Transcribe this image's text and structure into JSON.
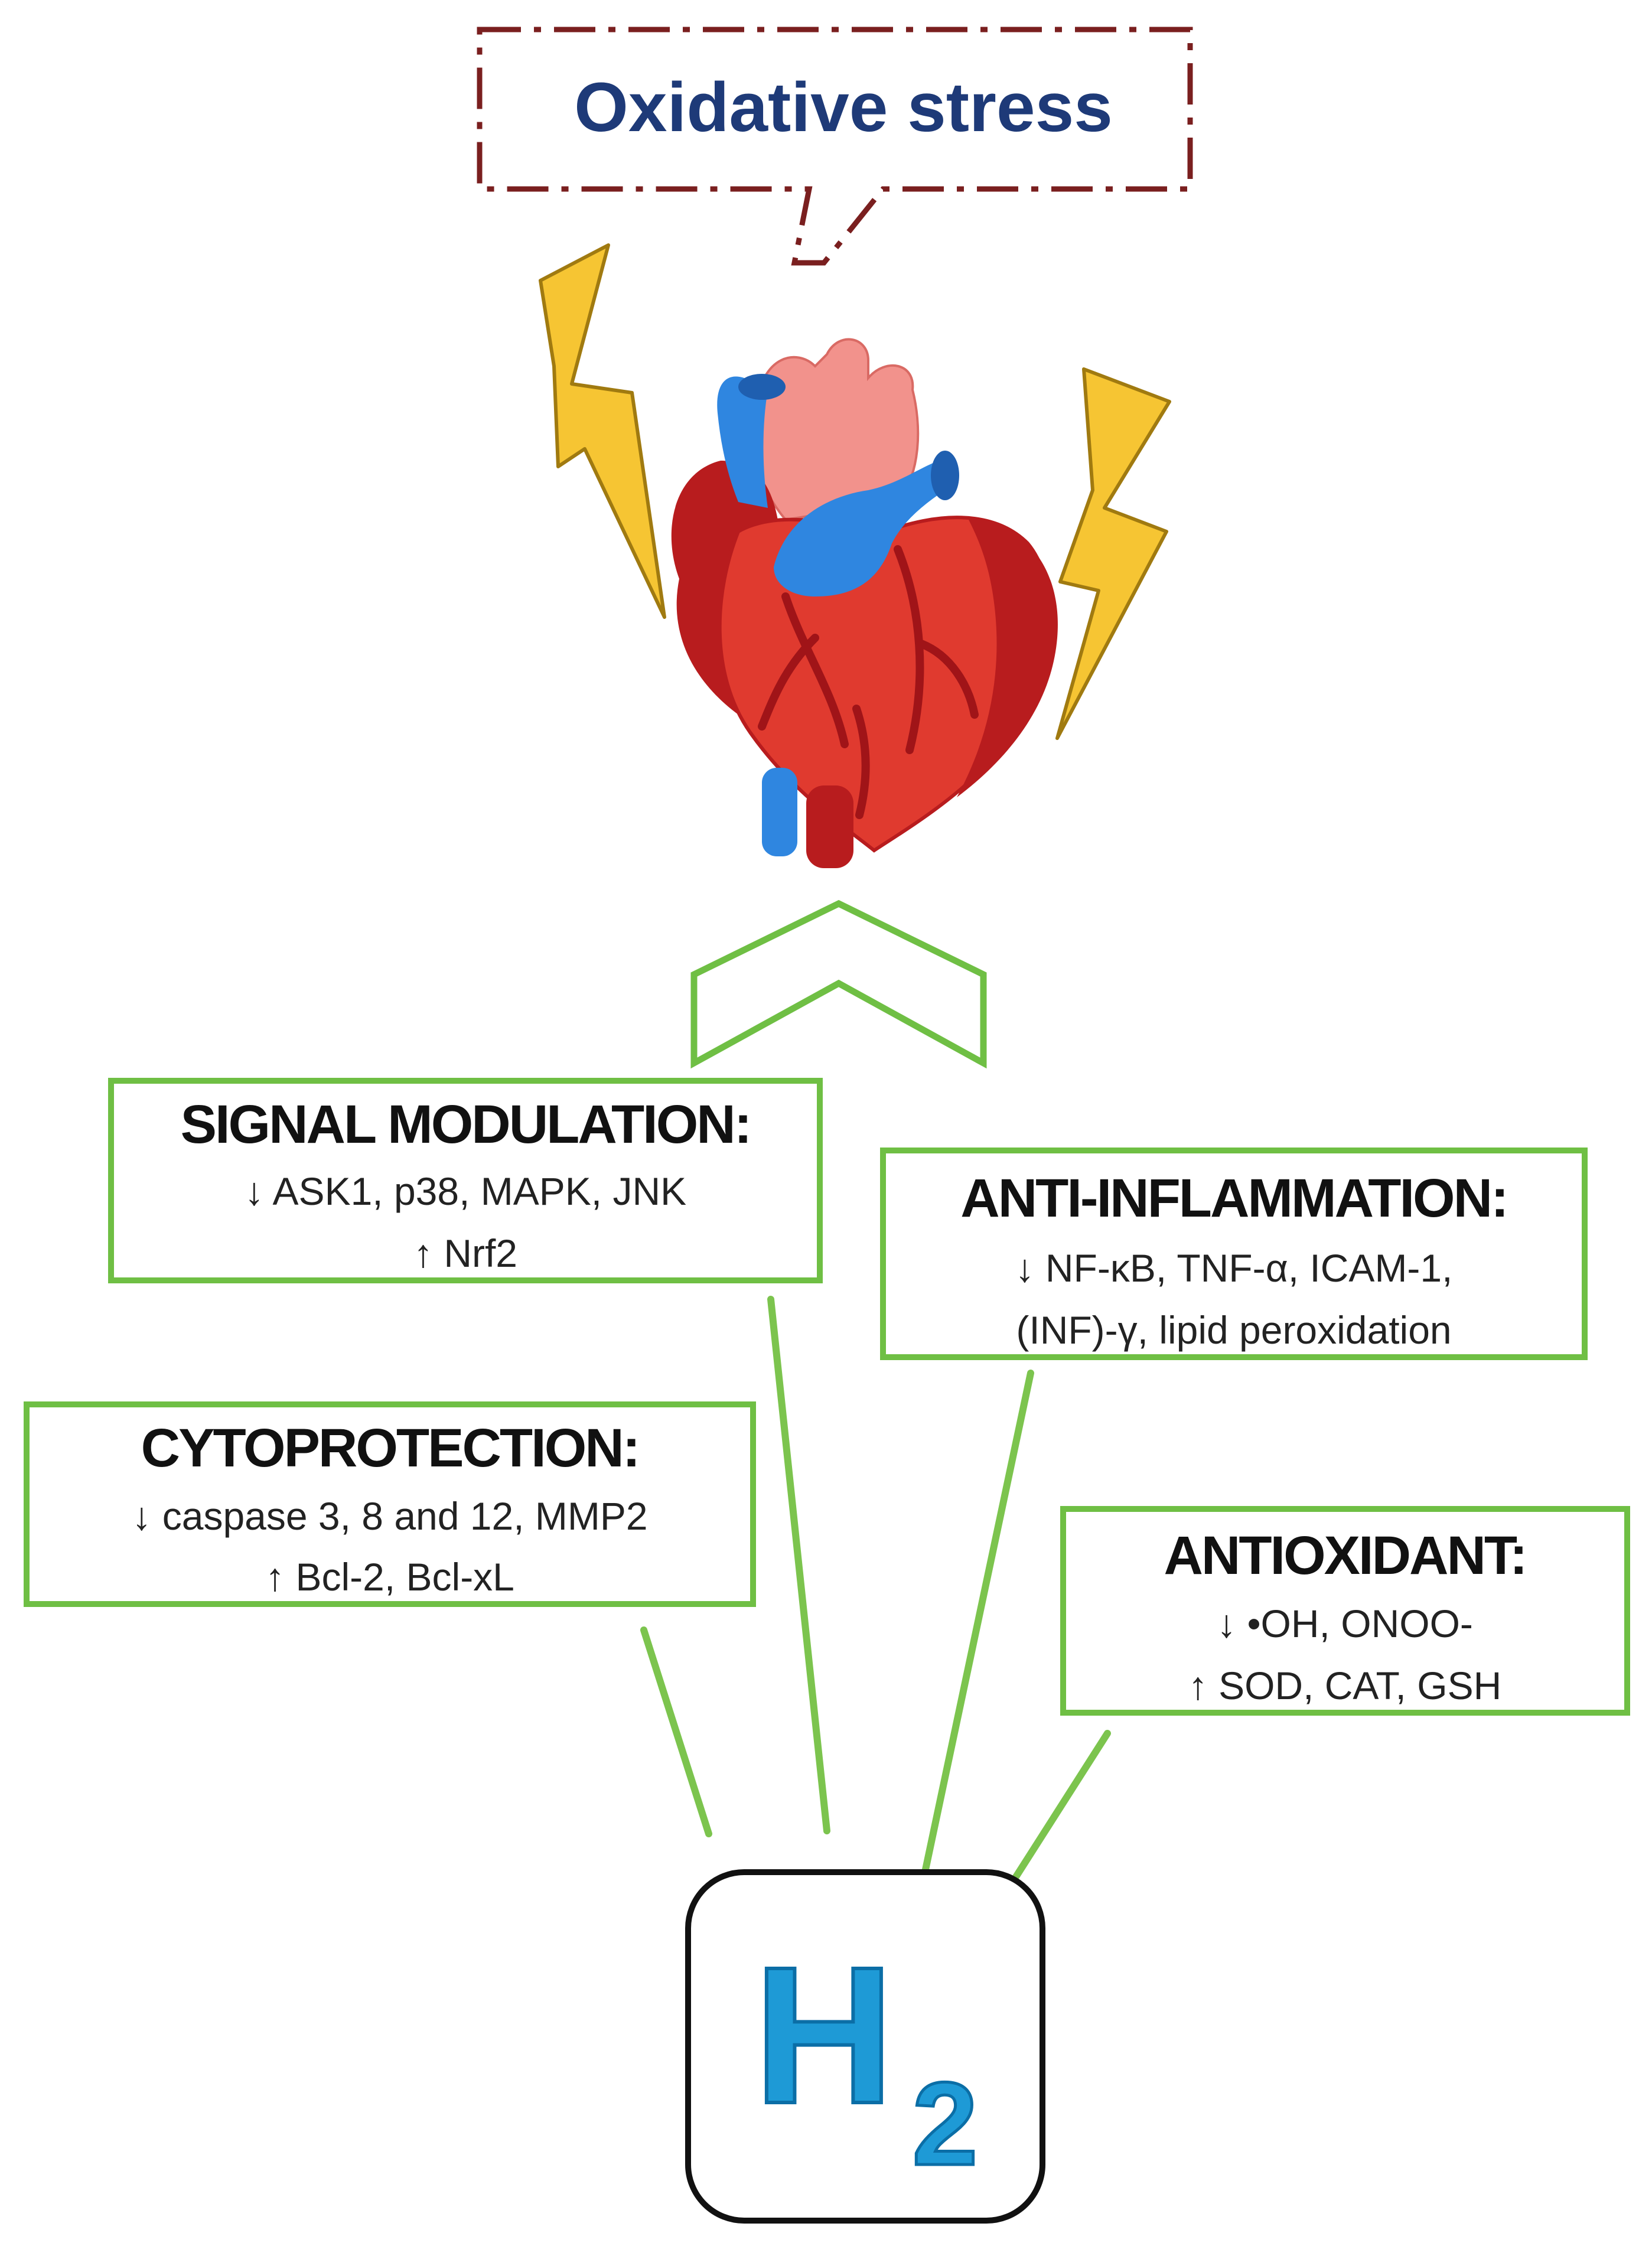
{
  "title": "Oxidative stress",
  "colors": {
    "title_text": "#1e3a78",
    "title_border": "#7a1f1f",
    "box_border": "#6fbf44",
    "connector": "#7cc44e",
    "chevron": "#6fbf44",
    "bolt_fill": "#f6c533",
    "bolt_stroke": "#a07a10",
    "heart_red": "#e03a2f",
    "heart_dark": "#b81c1e",
    "heart_pink": "#f2928c",
    "vessel_blue": "#2f86e0",
    "h2_blue": "#1e9ad6"
  },
  "boxes": {
    "signal": {
      "title": "SIGNAL MODULATION:",
      "line1": "↓ ASK1, p38, MAPK, JNK",
      "line2": "↑ Nrf2"
    },
    "anti_inflammation": {
      "title": "ANTI-INFLAMMATION:",
      "line1": "↓ NF-κB, TNF-α, ICAM-1,",
      "line2": "(INF)-γ, lipid peroxidation"
    },
    "cytoprotection": {
      "title": "CYTOPROTECTION:",
      "line1": "↓ caspase 3, 8 and 12, MMP2",
      "line2": "↑ Bcl-2, Bcl-xL"
    },
    "antioxidant": {
      "title": "ANTIOXIDANT:",
      "line1": "↓ •OH, ONOO-",
      "line2": "↑ SOD, CAT, GSH"
    }
  },
  "h2": {
    "symbol": "H",
    "subscript": "2"
  },
  "icons": [
    "lightning-bolt-icon",
    "heart-icon",
    "chevron-up-icon"
  ]
}
